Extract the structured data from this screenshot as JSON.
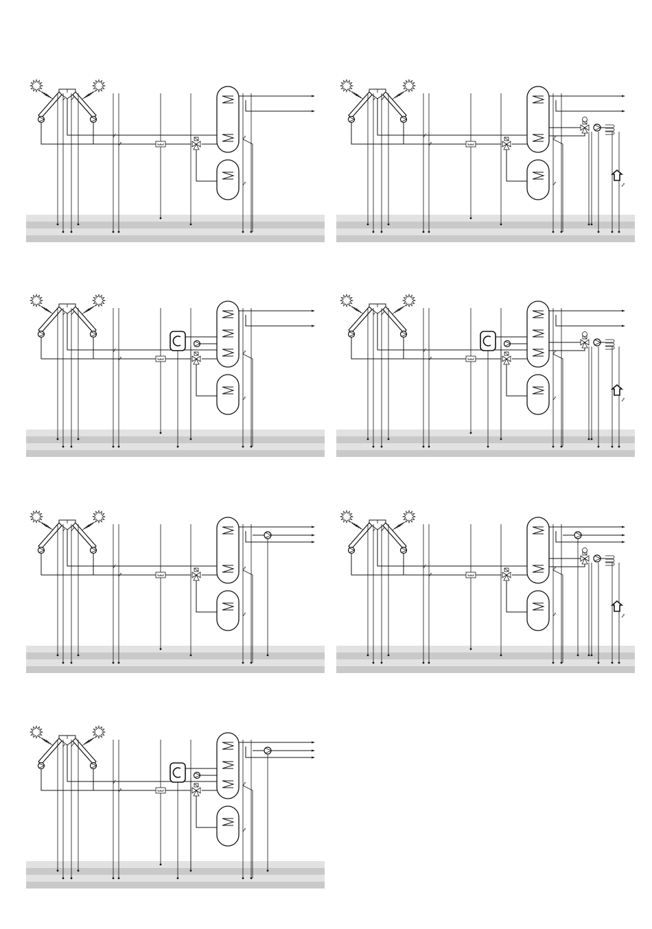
{
  "colors": {
    "line": "#111111",
    "band_light": "#e2e2e2",
    "band_mid": "#c9c9c9",
    "sensor_tip": "#888888",
    "background": "#ffffff"
  },
  "icons": [
    "sun-icon",
    "solar-collector-icon",
    "pump-icon",
    "storage-tank-icon",
    "heat-exchanger-coil-icon",
    "three-way-valve-icon",
    "controller-icon",
    "boiler-icon",
    "house-icon",
    "radiator-icon",
    "temperature-sensor-icon"
  ],
  "controller_labels": [
    "",
    "",
    "",
    "",
    "",
    "",
    ""
  ],
  "panels": [
    {
      "id": "p1",
      "boiler": false,
      "heating_circuit": false,
      "recirc_pump": false
    },
    {
      "id": "p2",
      "boiler": false,
      "heating_circuit": true,
      "recirc_pump": false
    },
    {
      "id": "p3",
      "boiler": true,
      "heating_circuit": false,
      "recirc_pump": false
    },
    {
      "id": "p4",
      "boiler": true,
      "heating_circuit": true,
      "recirc_pump": false
    },
    {
      "id": "p5",
      "boiler": false,
      "heating_circuit": false,
      "recirc_pump": true
    },
    {
      "id": "p6",
      "boiler": false,
      "heating_circuit": true,
      "recirc_pump": true
    },
    {
      "id": "p7",
      "boiler": true,
      "heating_circuit": false,
      "recirc_pump": true
    }
  ]
}
